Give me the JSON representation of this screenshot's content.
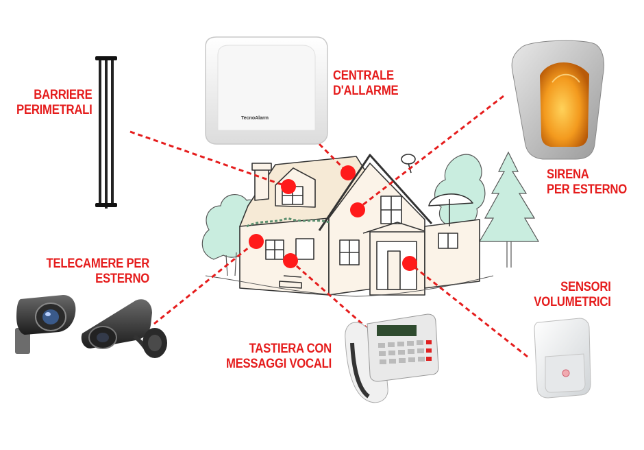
{
  "labels": {
    "barriere": [
      "BARRIERE",
      "PERIMETRALI"
    ],
    "centrale": [
      "CENTRALE",
      "D'ALLARME"
    ],
    "sirena": [
      "SIRENA",
      "PER ESTERNO"
    ],
    "telecamere": [
      "TELECAMERE PER",
      "ESTERNO"
    ],
    "sensori": [
      "SENSORI",
      "VOLUMETRICI"
    ],
    "tastiera": [
      "TASTIERA CON",
      "MESSAGGI VOCALI"
    ]
  },
  "brand": "TecnoAlarm",
  "colors": {
    "accent": "#e51c1c",
    "marker": "#ff1a1a",
    "house_outline": "#333333",
    "tree": "#c9eddf",
    "siren": "#f39a1e"
  },
  "icons": {
    "barriere": "perimeter-barrier-icon",
    "centrale": "alarm-panel-icon",
    "sirena": "outdoor-siren-icon",
    "telecamere": "security-camera-icon",
    "sensori": "motion-sensor-icon",
    "tastiera": "keypad-icon"
  }
}
